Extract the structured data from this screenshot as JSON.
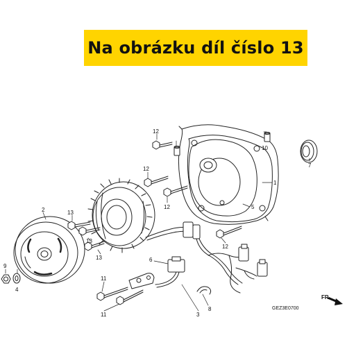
{
  "banner": {
    "text": "Na obrázku díl číslo 13",
    "background": "#ffd400",
    "color": "#111111"
  },
  "diagram": {
    "drawing_code": "GEZ3E0700",
    "direction_label": "FR.",
    "callouts": [
      "1",
      "2",
      "3",
      "4",
      "5",
      "6",
      "7",
      "8",
      "9",
      "10",
      "11",
      "11",
      "12",
      "12",
      "12",
      "12",
      "13",
      "13",
      "13"
    ]
  },
  "icons": {
    "front_arrow": "arrow-right-icon"
  }
}
